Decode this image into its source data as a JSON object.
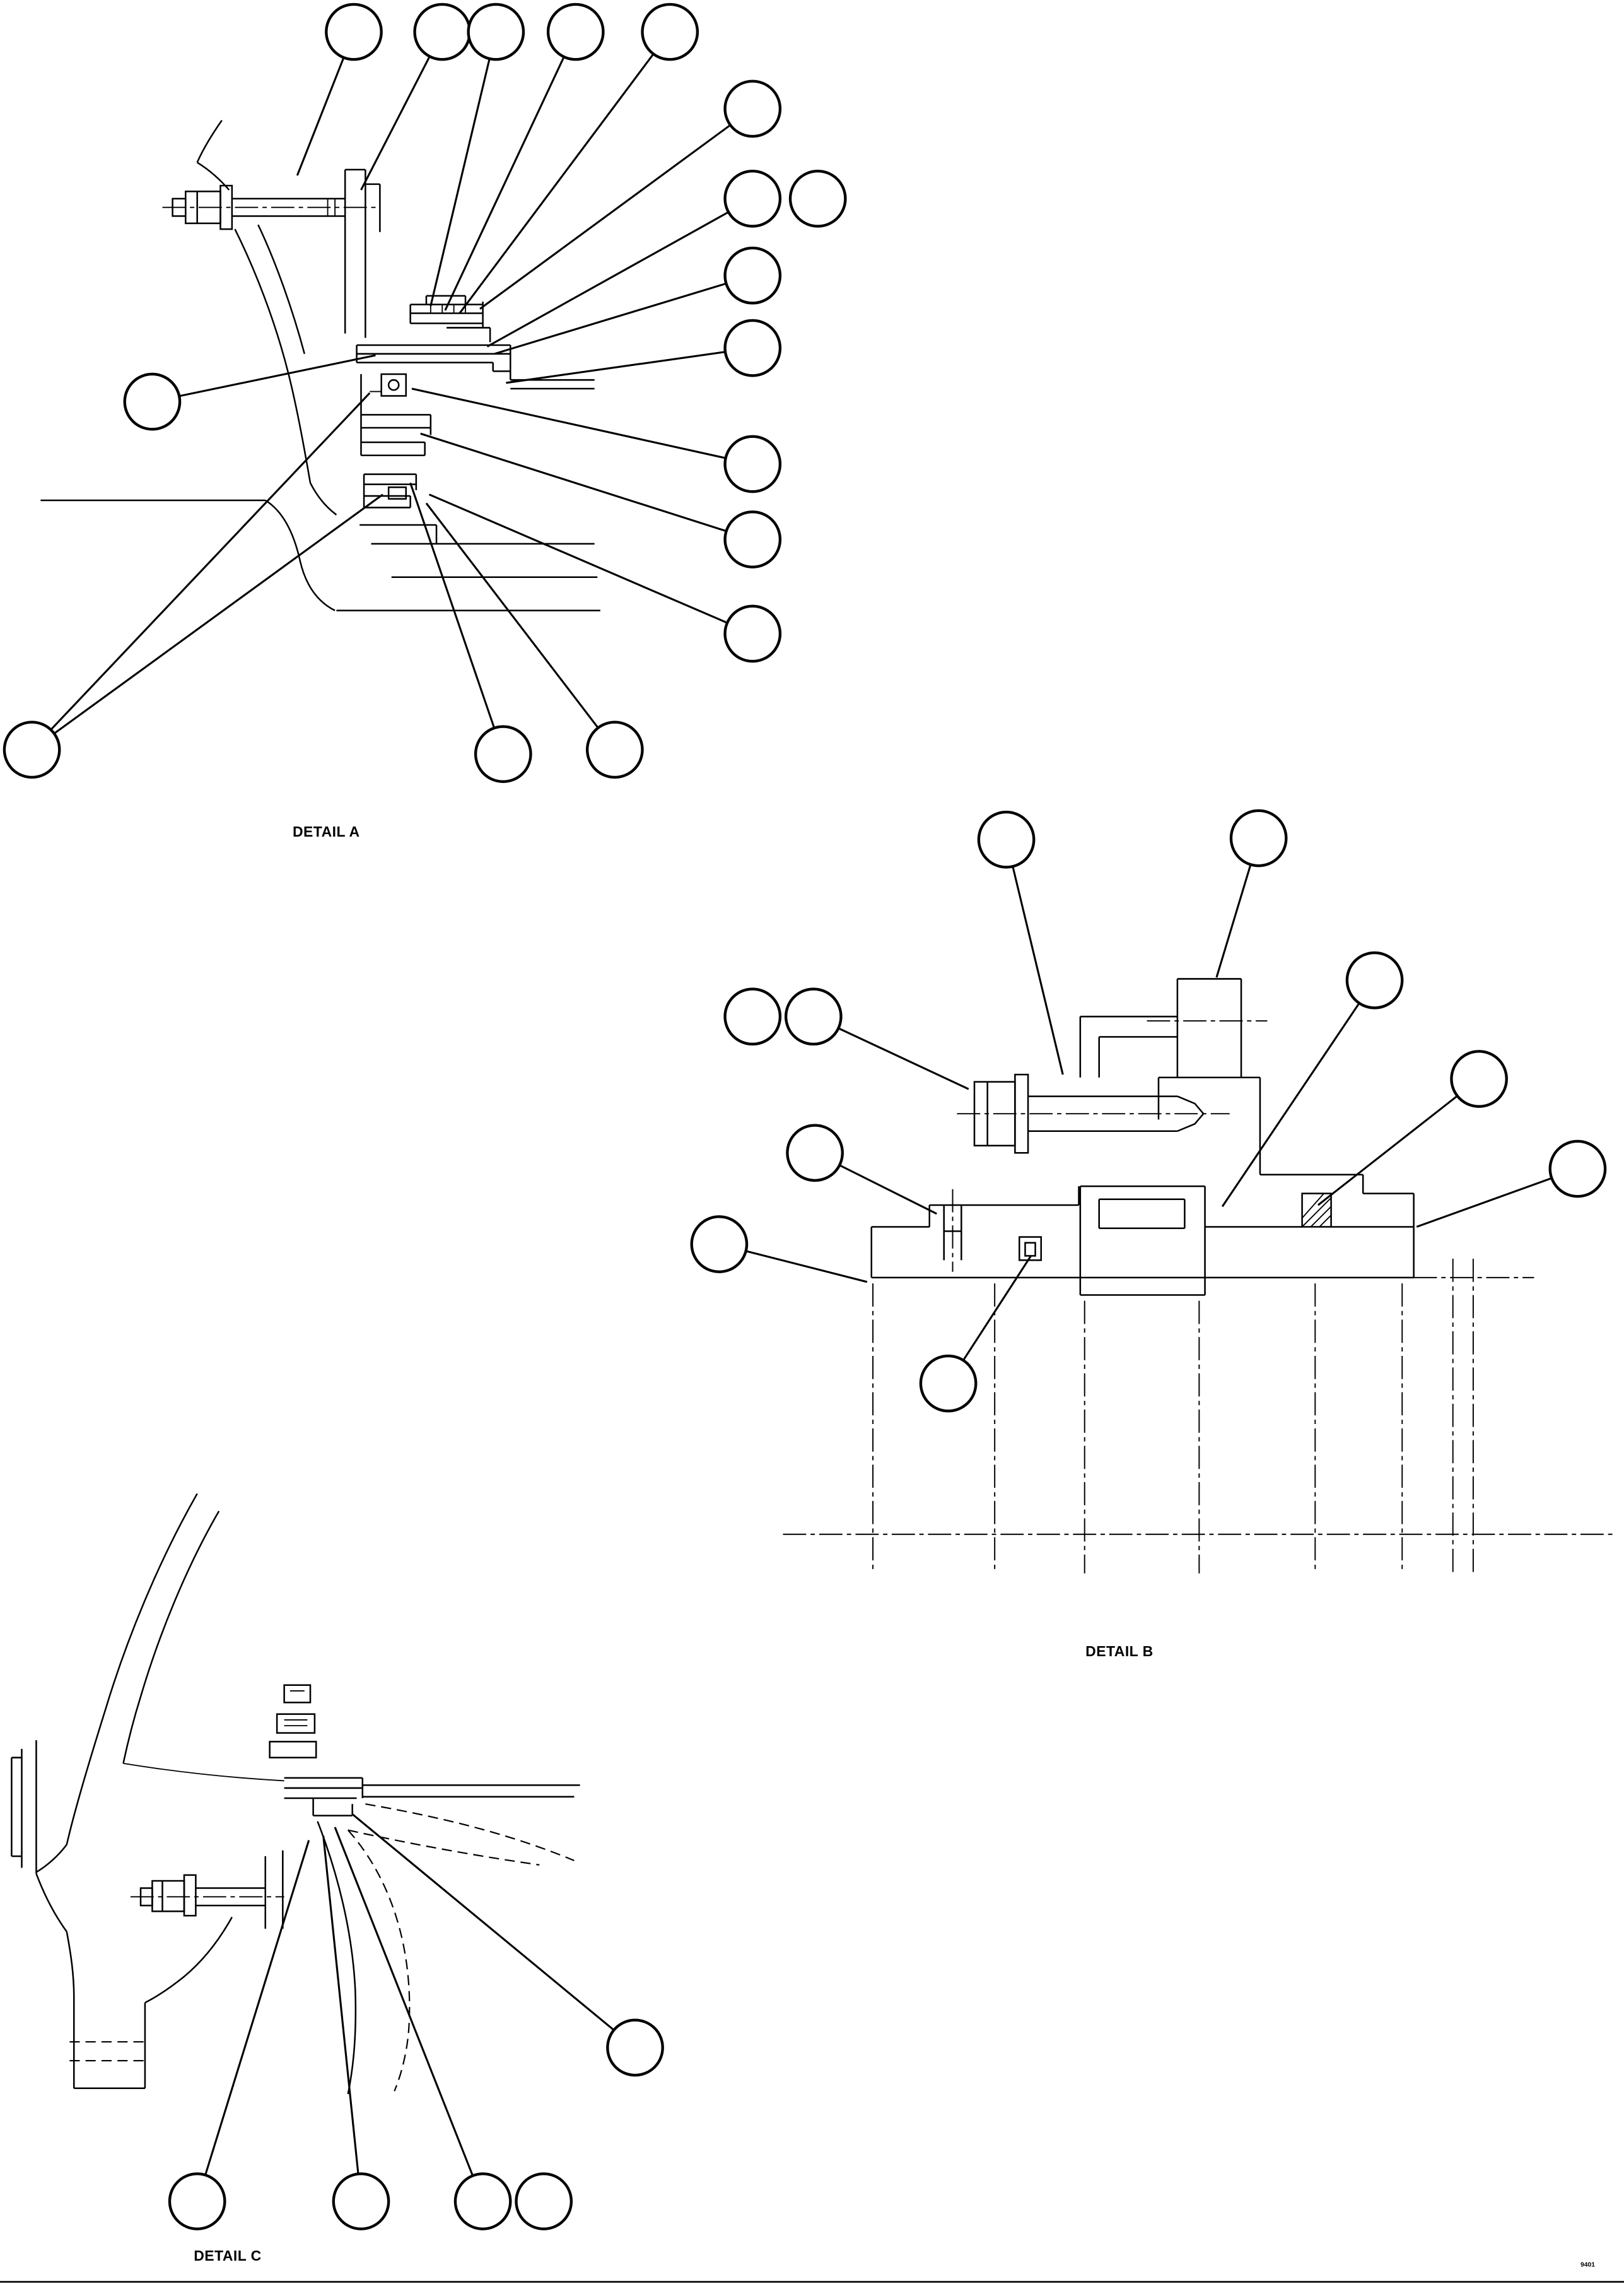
{
  "page": {
    "background": "#ffffff",
    "line_color": "#000000",
    "page_code": "9401"
  },
  "details": {
    "a": {
      "label": "DETAIL A",
      "callouts": 17
    },
    "b": {
      "label": "DETAIL B",
      "callouts": 10
    },
    "c": {
      "label": "DETAIL C",
      "callouts": 5
    }
  }
}
